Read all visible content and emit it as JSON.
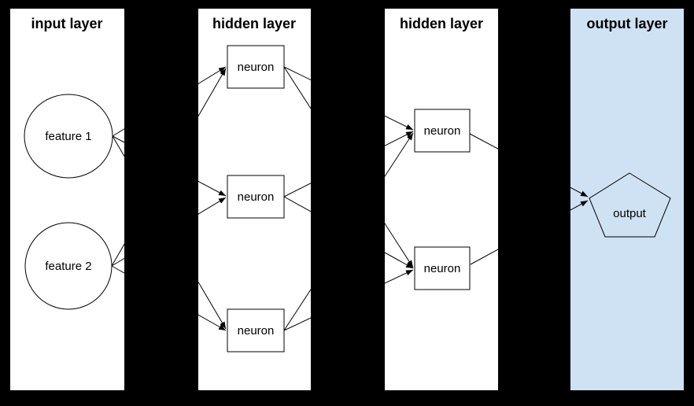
{
  "diagram": {
    "type": "neural-network-architecture",
    "background_color": "#000000",
    "edge_color": "#000000",
    "layers": [
      {
        "id": "input",
        "title": "input layer",
        "panel_color": "#ffffff",
        "nodes": [
          {
            "id": "feature-1",
            "shape": "circle",
            "label": "feature 1"
          },
          {
            "id": "feature-2",
            "shape": "circle",
            "label": "feature 2"
          }
        ]
      },
      {
        "id": "hidden-1",
        "title": "hidden layer",
        "panel_color": "#ffffff",
        "nodes": [
          {
            "id": "h1-neuron-1",
            "shape": "rectangle",
            "label": "neuron"
          },
          {
            "id": "h1-neuron-2",
            "shape": "rectangle",
            "label": "neuron"
          },
          {
            "id": "h1-neuron-3",
            "shape": "rectangle",
            "label": "neuron"
          }
        ]
      },
      {
        "id": "hidden-2",
        "title": "hidden layer",
        "panel_color": "#ffffff",
        "nodes": [
          {
            "id": "h2-neuron-1",
            "shape": "rectangle",
            "label": "neuron"
          },
          {
            "id": "h2-neuron-2",
            "shape": "rectangle",
            "label": "neuron"
          }
        ]
      },
      {
        "id": "output",
        "title": "output layer",
        "panel_color": "#cfe2f3",
        "nodes": [
          {
            "id": "output-node",
            "shape": "pentagon",
            "label": "output"
          }
        ]
      }
    ],
    "edges": [
      {
        "from": "feature-1",
        "to": "h1-neuron-1"
      },
      {
        "from": "feature-1",
        "to": "h1-neuron-2"
      },
      {
        "from": "feature-1",
        "to": "h1-neuron-3"
      },
      {
        "from": "feature-2",
        "to": "h1-neuron-1"
      },
      {
        "from": "feature-2",
        "to": "h1-neuron-2"
      },
      {
        "from": "feature-2",
        "to": "h1-neuron-3"
      },
      {
        "from": "h1-neuron-1",
        "to": "h2-neuron-1"
      },
      {
        "from": "h1-neuron-1",
        "to": "h2-neuron-2"
      },
      {
        "from": "h1-neuron-2",
        "to": "h2-neuron-1"
      },
      {
        "from": "h1-neuron-2",
        "to": "h2-neuron-2"
      },
      {
        "from": "h1-neuron-3",
        "to": "h2-neuron-1"
      },
      {
        "from": "h1-neuron-3",
        "to": "h2-neuron-2"
      },
      {
        "from": "h2-neuron-1",
        "to": "output-node"
      },
      {
        "from": "h2-neuron-2",
        "to": "output-node"
      }
    ]
  }
}
